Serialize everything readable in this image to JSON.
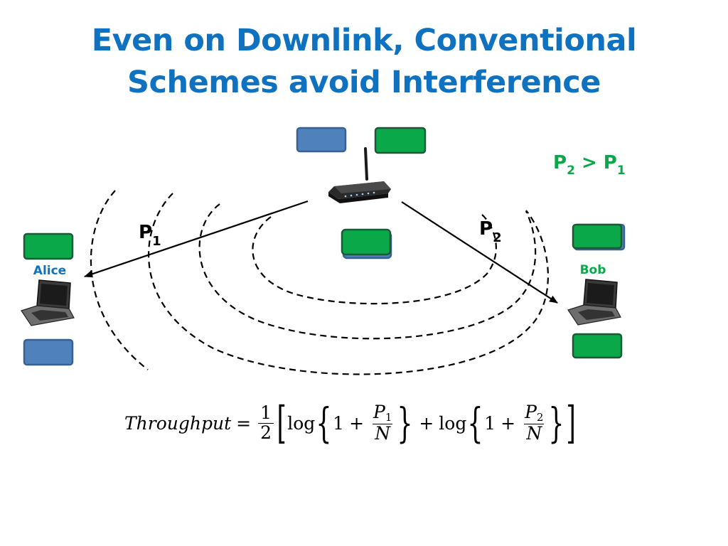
{
  "title": {
    "line1": "Even on Downlink, Conventional",
    "line2": "Schemes avoid Interference"
  },
  "condition": {
    "p2": "P",
    "p2_sub": "2",
    "gt": " > ",
    "p1": "P",
    "p1_sub": "1"
  },
  "labels": {
    "p1_main": "P",
    "p1_sub": "1",
    "p2_main": "P",
    "p2_sub": "2",
    "alice": "Alice",
    "bob": "Bob"
  },
  "formula": {
    "lhs": "Throughput",
    "equals": "=",
    "half_num": "1",
    "half_den": "2",
    "log": "log",
    "one": "1",
    "plus": "+",
    "p": "P",
    "sub1": "1",
    "sub2": "2",
    "noise": "N"
  },
  "icons": {
    "router": "wireless-router-icon",
    "alice_laptop": "laptop-icon",
    "bob_laptop": "laptop-icon"
  },
  "colors": {
    "title": "#0E72C0",
    "alice_label": "#0E72C0",
    "bob_label": "#0BA84A",
    "condition": "#0BA84A",
    "packet_blue": "#4F81BD",
    "packet_green": "#0BA84A"
  }
}
